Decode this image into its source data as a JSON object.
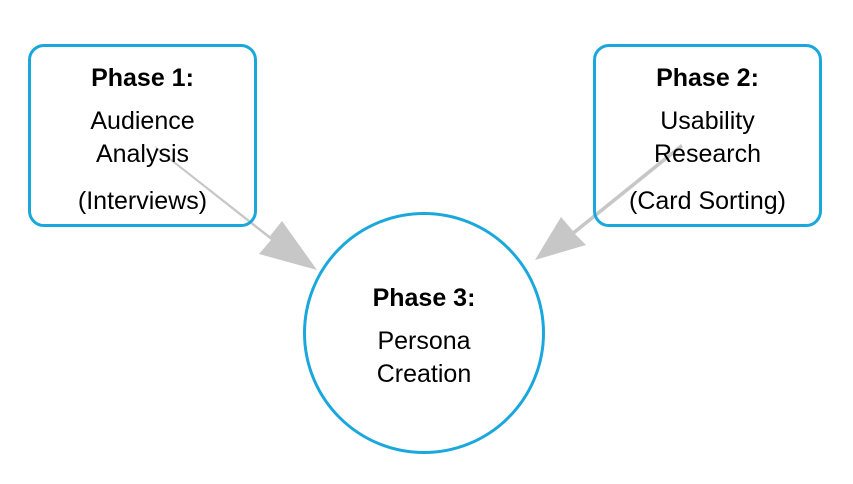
{
  "phases": [
    {
      "title": "Phase 1:",
      "lines": [
        "Audience",
        "Analysis"
      ],
      "note": "(Interviews)"
    },
    {
      "title": "Phase 2:",
      "lines": [
        "Usability",
        "Research"
      ],
      "note": "(Card Sorting)"
    },
    {
      "title": "Phase 3:",
      "lines": [
        "Persona",
        "Creation"
      ]
    }
  ],
  "colors": {
    "border": "#1aa8dc",
    "arrow": "#c7c7c7",
    "text": "#000000",
    "background": "#ffffff"
  },
  "edges": [
    {
      "from": "Phase 1:",
      "to": "Phase 3:"
    },
    {
      "from": "Phase 2:",
      "to": "Phase 3:"
    }
  ]
}
